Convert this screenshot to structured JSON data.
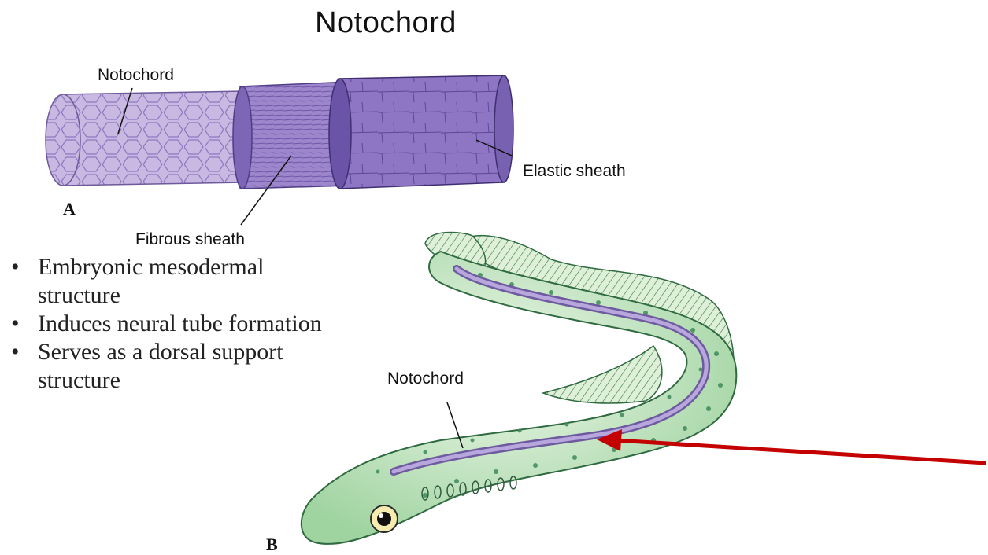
{
  "title": "Notochord",
  "figure_a": {
    "panel_label": "A",
    "labels": {
      "notochord": "Notochord",
      "fibrous_sheath": "Fibrous sheath",
      "elastic_sheath": "Elastic sheath"
    }
  },
  "figure_b": {
    "panel_label": "B",
    "labels": {
      "notochord": "Notochord"
    }
  },
  "bullets": [
    "Embryonic mesodermal structure",
    "Induces neural tube formation",
    "Serves as a dorsal support structure"
  ],
  "bullet_glyph": "•",
  "colors": {
    "notochord_purple": "#b9a6d8",
    "fibrous_sheath": "#8d74bf",
    "elastic_sheath": "#7c63b3",
    "body_green": "#cfe8c8",
    "spots_green": "#3e8a58",
    "arrow_red": "#c40000"
  }
}
